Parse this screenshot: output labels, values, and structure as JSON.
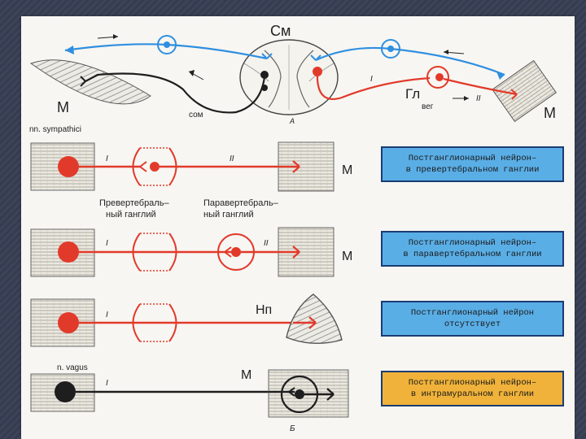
{
  "top_diagram": {
    "spinal_cord_label": "См",
    "muscle_left_label": "М",
    "muscle_right_label": "М",
    "ganglion_label": "Гл",
    "somatic_label": "сом",
    "vegetative_label": "вег",
    "neuron_one_label": "I",
    "neuron_two_label": "II",
    "panel_letter": "А"
  },
  "section_title": "nn. sympathici",
  "rows": [
    {
      "neuron_one_label": "I",
      "neuron_two_label": "II",
      "target_label": "М",
      "box_line1": "Постганглионарный нейрон–",
      "box_line2": "в превертебральном ганглии"
    },
    {
      "neuron_one_label": "I",
      "neuron_two_label": "II",
      "target_label": "М",
      "box_line1": "Постганглионарный нейрон–",
      "box_line2": "в паравертебральном ганглии"
    },
    {
      "neuron_one_label": "I",
      "target_label": "Нп",
      "box_line1": "Постганглионарный нейрон",
      "box_line2": "отсутствует"
    },
    {
      "neuron_one_label": "I",
      "target_label": "М",
      "box_line1": "Постганглионарный нейрон–",
      "box_line2": "в интрамуральном ганглии"
    }
  ],
  "ganglion_labels": {
    "prevertebral_line1": "Превертебраль–",
    "prevertebral_line2": "ный ганглий",
    "paravertebral_line1": "Паравертебраль–",
    "paravertebral_line2": "ный ганглий"
  },
  "vagus_label": "n. vagus",
  "bottom_panel_letter": "Б",
  "colors": {
    "afferent": "#2f8fe0",
    "sympathetic": "#e23a2a",
    "parasympathetic": "#1e1e1e",
    "box_blue": "#5aaee6",
    "box_orange": "#f0b23a"
  }
}
